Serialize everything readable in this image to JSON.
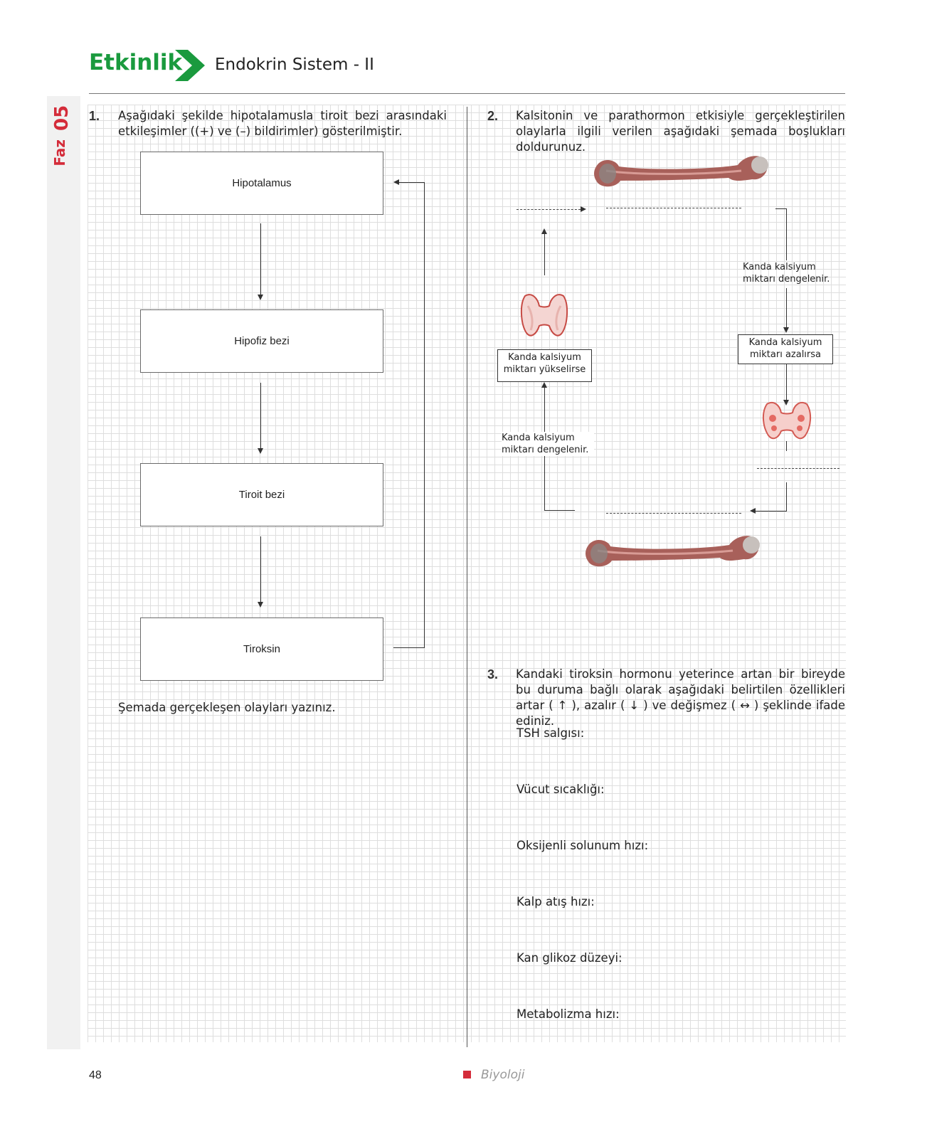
{
  "header": {
    "title": "Etkinlik",
    "subtitle": "Endokrin Sistem - II"
  },
  "side_tab": {
    "number": "05",
    "label": "Faz"
  },
  "q1": {
    "number": "1.",
    "text": "Aşağıdaki şekilde hipotalamusla tiroit bezi arasındaki etkileşimler ((+) ve (–) bildirimler) gösterilmiştir.",
    "boxes": [
      "Hipotalamus",
      "Hipofiz bezi",
      "Tiroit bezi",
      "Tiroksin"
    ],
    "prompt": "Şemada gerçekleşen olayları yazınız."
  },
  "q2": {
    "number": "2.",
    "text": "Kalsitonin ve parathormon etkisiyle gerçekleştirilen olaylarla ilgili verilen aşağıdaki şemada boşlukları doldurunuz.",
    "label_right_top": "Kanda kalsiyum miktarı dengelenir.",
    "box_right": "Kanda kalsiyum miktarı azalırsa",
    "box_left": "Kanda kalsiyum miktarı yükselirse",
    "label_left_bottom": "Kanda kalsiyum miktarı dengelenir."
  },
  "q3": {
    "number": "3.",
    "text": "Kandaki tiroksin hormonu yeterince artan bir bireyde bu duruma bağlı olarak aşağıdaki belirtilen özellikleri artar ( ↑ ), azalır ( ↓ ) ve değişmez ( ↔ ) şeklinde ifade ediniz.",
    "items": [
      "TSH salgısı:",
      "Vücut sıcaklığı:",
      "Oksijenli solunum hızı:",
      "Kalp atış hızı:",
      "Kan glikoz düzeyi:",
      "Metabolizma hızı:"
    ]
  },
  "footer": {
    "page_number": "48",
    "subject": "Biyoloji"
  },
  "colors": {
    "accent_green": "#1a9a3e",
    "accent_red": "#d42c3a"
  },
  "icons": {
    "header": "chevron-right-icon",
    "illustrations": [
      "femur-bone-icon",
      "thyroid-gland-icon",
      "parathyroid-gland-icon"
    ]
  }
}
